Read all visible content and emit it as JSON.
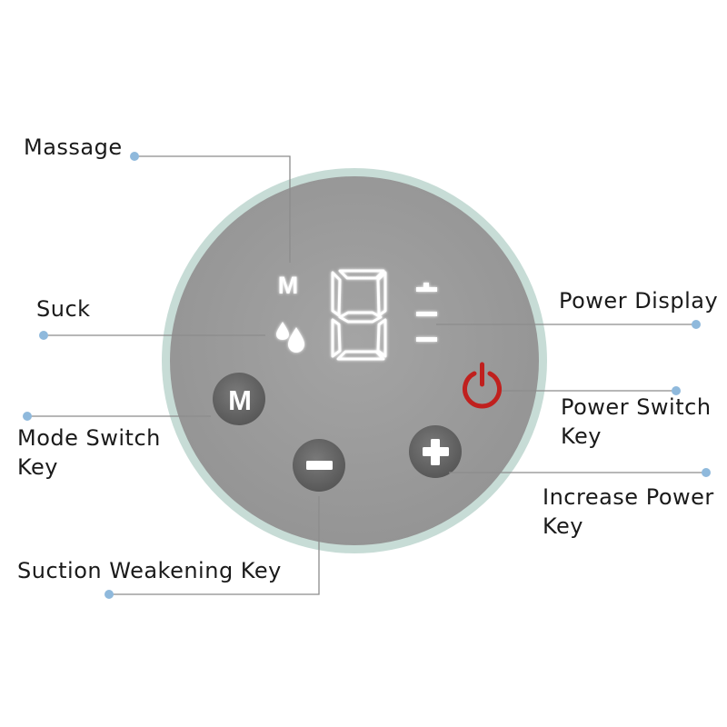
{
  "labels": {
    "massage": "Massage",
    "suck": "Suck",
    "mode_switch_line1": "Mode Switch",
    "mode_switch_line2": "Key",
    "suction_weakening": "Suction Weakening Key",
    "power_display": "Power Display",
    "power_switch_line1": "Power Switch",
    "power_switch_line2": "Key",
    "increase_power_line1": "Increase Power",
    "increase_power_line2": "Key"
  },
  "panel": {
    "mode_indicator": "M",
    "mode_button_glyph": "M",
    "digit": "8"
  },
  "colors": {
    "panel_face": "#9a9a9a",
    "panel_ring": "#c7dcd6",
    "button": "#6b6b6b",
    "power_icon": "#c0201e",
    "leader_line": "#8c8c8c",
    "leader_dot": "#8fb9dc",
    "display_glow": "#ffffff"
  },
  "icons": {
    "mode_indicator": "letter-m-icon",
    "suck_indicator": "water-drops-icon",
    "battery": "battery-level-icon",
    "power": "power-icon",
    "mode_button": "mode-m-icon",
    "minus_button": "minus-icon",
    "plus_button": "plus-icon"
  }
}
